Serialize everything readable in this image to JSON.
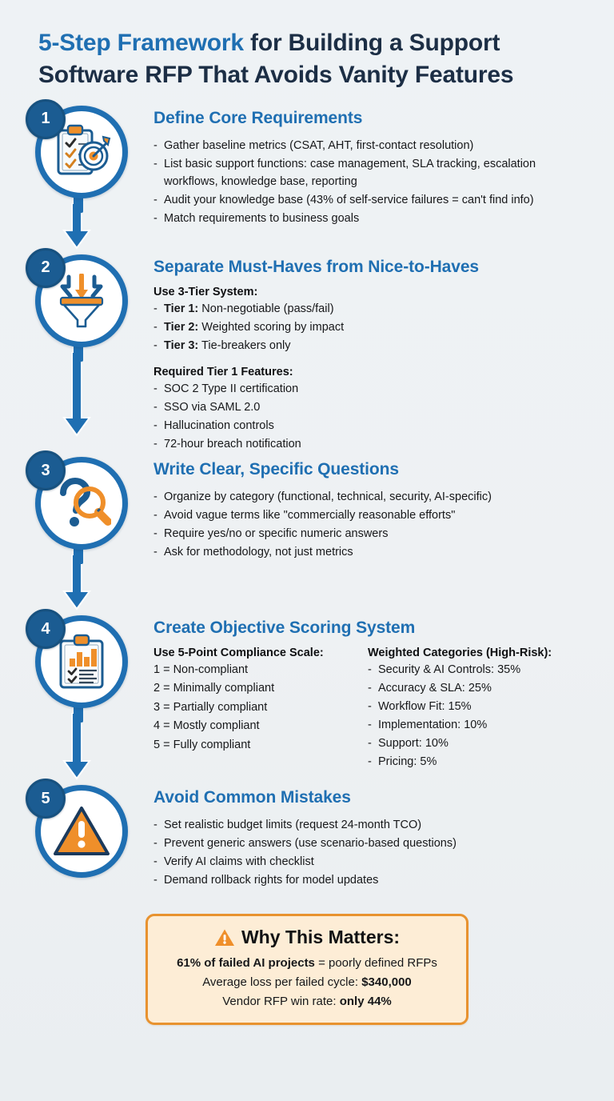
{
  "title": {
    "accent": "5-Step Framework",
    "rest": " for Building a Support",
    "line2": "Software RFP That Avoids Vanity Features"
  },
  "colors": {
    "background": "#eef2f4",
    "accent_blue": "#1f6fb2",
    "dark_navy": "#1c2e45",
    "badge_blue": "#1b5c92",
    "orange": "#ef8f2a",
    "callout_bg": "#fdedd6",
    "callout_border": "#e8922f",
    "body_text": "#17181a"
  },
  "steps": [
    {
      "number": "1",
      "icon": "clipboard-target-icon",
      "heading": "Define Core Requirements",
      "bullets": [
        "Gather baseline metrics (CSAT, AHT, first-contact resolution)",
        "List basic support functions: case management, SLA tracking, escalation workflows, knowledge base, reporting",
        "Audit your knowledge base (43% of self-service failures = can't find info)",
        "Match requirements to business goals"
      ]
    },
    {
      "number": "2",
      "icon": "funnel-filter-icon",
      "heading": "Separate Must-Haves from Nice-to-Haves",
      "group_a_head": "Use 3-Tier System:",
      "group_a": [
        {
          "label": "Tier 1:",
          "text": " Non-negotiable (pass/fail)"
        },
        {
          "label": "Tier 2:",
          "text": " Weighted scoring by impact"
        },
        {
          "label": "Tier 3:",
          "text": " Tie-breakers only"
        }
      ],
      "group_b_head": "Required Tier 1 Features:",
      "group_b": [
        "SOC 2 Type II certification",
        "SSO via SAML 2.0",
        "Hallucination controls",
        "72-hour breach notification"
      ]
    },
    {
      "number": "3",
      "icon": "question-magnifier-icon",
      "heading": "Write Clear, Specific Questions",
      "bullets": [
        "Organize by category (functional, technical, security, AI-specific)",
        "Avoid vague terms like \"commercially reasonable efforts\"",
        "Require yes/no or specific numeric answers",
        "Ask for methodology, not just metrics"
      ]
    },
    {
      "number": "4",
      "icon": "clipboard-chart-icon",
      "heading": "Create Objective Scoring System",
      "col_a_head": "Use 5-Point Compliance Scale:",
      "col_a": [
        "1 = Non-compliant",
        "2 = Minimally compliant",
        "3 = Partially compliant",
        "4 = Mostly compliant",
        "5 = Fully compliant"
      ],
      "col_b_head": "Weighted Categories (High-Risk):",
      "col_b": [
        "Security & AI Controls: 35%",
        "Accuracy & SLA: 25%",
        "Workflow Fit: 15%",
        "Implementation: 10%",
        "Support: 10%",
        "Pricing: 5%"
      ]
    },
    {
      "number": "5",
      "icon": "warning-triangle-icon",
      "heading": "Avoid Common Mistakes",
      "bullets": [
        "Set realistic budget limits (request 24-month TCO)",
        "Prevent generic answers (use scenario-based questions)",
        "Verify AI claims with checklist",
        "Demand rollback rights for model updates"
      ]
    }
  ],
  "callout": {
    "icon": "warning-triangle-icon",
    "title": "Why This Matters:",
    "lines": [
      {
        "bold_lead": "61% of failed AI projects",
        "rest": " = poorly defined RFPs"
      },
      {
        "lead": "Average loss per failed cycle: ",
        "bold_tail": "$340,000"
      },
      {
        "lead": "Vendor RFP win rate: ",
        "bold_tail": "only 44%"
      }
    ]
  }
}
